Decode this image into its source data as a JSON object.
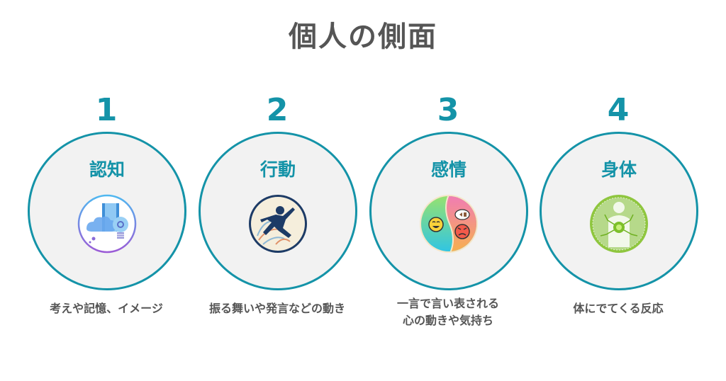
{
  "title": "個人の側面",
  "colors": {
    "accent": "#1493a8",
    "text": "#555555",
    "circle_fill": "#f2f2f2"
  },
  "aspects": [
    {
      "number": "1",
      "label": "認知",
      "icon": "cognition-icon",
      "description_lines": [
        "考えや記憶、イメージ"
      ]
    },
    {
      "number": "2",
      "label": "行動",
      "icon": "running-person-icon",
      "description_lines": [
        "振る舞いや発言などの動き"
      ]
    },
    {
      "number": "3",
      "label": "感情",
      "icon": "emotion-faces-icon",
      "description_lines": [
        "一言で言い表される",
        "心の動きや気持ち"
      ]
    },
    {
      "number": "4",
      "label": "身体",
      "icon": "body-reaction-icon",
      "description_lines": [
        "体にでてくる反応"
      ]
    }
  ]
}
